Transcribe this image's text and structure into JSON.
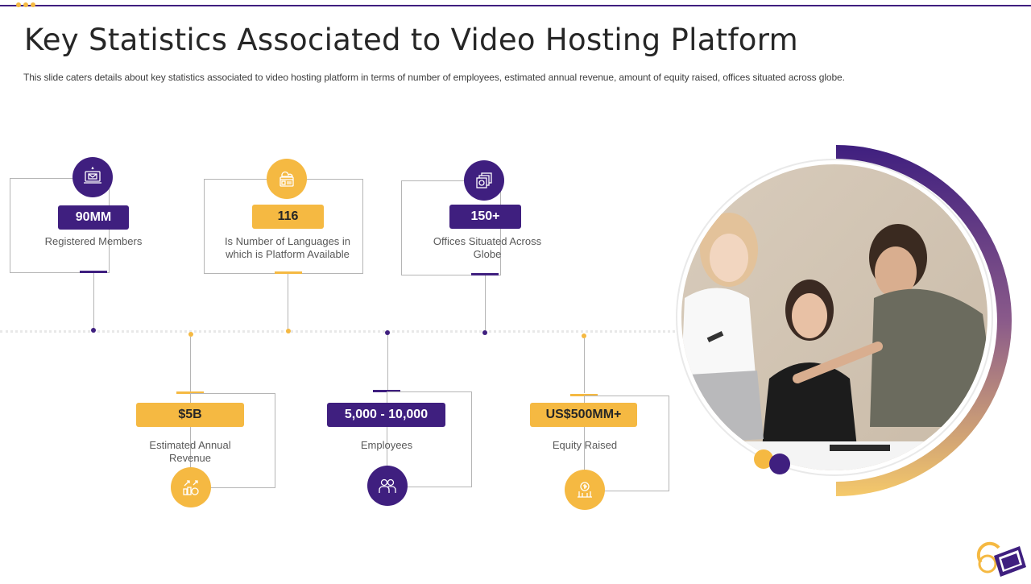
{
  "title": "Key Statistics Associated to Video Hosting Platform",
  "subtitle": "This slide caters details about key statistics associated to video  hosting platform in terms of number  of employees, estimated annual revenue,  amount of equity raised, offices situated across globe.",
  "colors": {
    "purple": "#3f1f7f",
    "yellow": "#f5b942",
    "line": "#b5b5b5",
    "text": "#595959"
  },
  "stats_top": [
    {
      "value": "90MM",
      "label": "Registered Members",
      "icon": "computer-mail-icon",
      "color": "purple"
    },
    {
      "value": "116",
      "label": "Is Number  of Languages  in which  is Platform Available",
      "icon": "language-browser-icon",
      "color": "yellow"
    },
    {
      "value": "150+",
      "label": "Offices Situated Across Globe",
      "icon": "global-office-icon",
      "color": "purple"
    }
  ],
  "stats_bottom": [
    {
      "value": "$5B",
      "label": "Estimated Annual Revenue",
      "icon": "revenue-growth-icon",
      "color": "yellow"
    },
    {
      "value": "5,000 - 10,000",
      "label": "Employees",
      "icon": "employees-icon",
      "color": "purple"
    },
    {
      "value": "US$500MM+",
      "label": "Equity Raised",
      "icon": "equity-money-icon",
      "color": "yellow"
    }
  ],
  "photo": {
    "description_icon": "team-meeting-photo"
  }
}
